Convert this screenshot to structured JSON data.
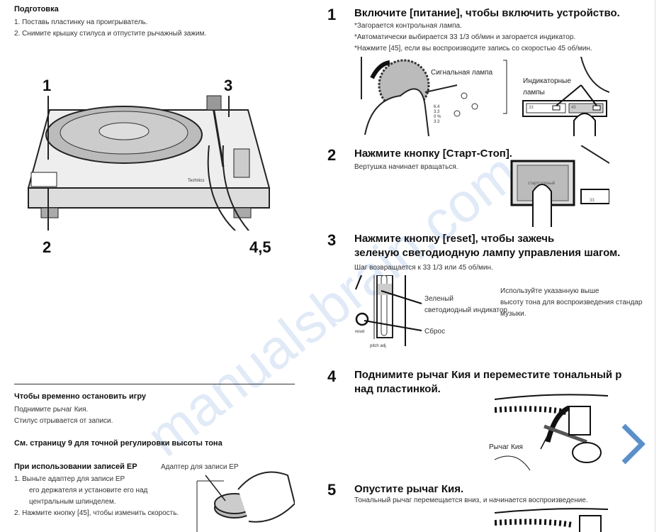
{
  "prep": {
    "title": "Подготовка",
    "items": [
      "1. Поставь пластинку на проигрыватель.",
      "2. Снимите крышку стилуса и отпустите рычажный зажим."
    ]
  },
  "callouts": {
    "c1": "1",
    "c2": "2",
    "c3": "3",
    "c45": "4,5",
    "brand": "Technics"
  },
  "pause": {
    "title": "Чтобы временно остановить игру",
    "lines": [
      "Поднимите рычаг Кия.",
      "Стилус отрывается от записи."
    ]
  },
  "pitch_note": "См. страницу 9 для точной регулировки высоты тона",
  "ep": {
    "title": "При использовании записей EP",
    "label": "Адаптер для записи EP",
    "items": [
      "1. Выньте адаптер для записи EP",
      "его держателя и установите его над",
      "центральным шпинделем.",
      "2. Нажмите кнопку [45], чтобы изменить скорость."
    ]
  },
  "steps": [
    {
      "num": "1",
      "title": "Включите [питание], чтобы включить устройство.",
      "notes": [
        "*Загорается контрольная лампа.",
        "*Автоматически выбирается 33 1/3 об/мин и загорается индикатор.",
        "*Нажмите [45], если вы воспроизводите запись со скоростью 45 об/мин."
      ],
      "labels": [
        "Сигнальная лампа",
        "Индикаторные",
        "лампы",
        "33",
        "45",
        "6.4",
        "3.3",
        "0   %",
        "3.3"
      ]
    },
    {
      "num": "2",
      "title": "Нажмите кнопку [Старт-Стоп].",
      "notes": [
        "Вертушка начинает вращаться."
      ],
      "labels": [
        "стартстопный",
        "33"
      ]
    },
    {
      "num": "3",
      "title": "Нажмите кнопку [reset], чтобы зажечь",
      "title2": "зеленую светодиодную лампу управления шагом.",
      "notes": [
        "Шаг возвращается к 33 1/3 или 45 об/мин."
      ],
      "labels": [
        "Зеленый",
        "светодиодный индикатор",
        "Сброс",
        "reset",
        "pitch adj."
      ],
      "side": [
        "Используйте указанную выше",
        "высоту тона для воспроизведения стандар",
        "музыки."
      ]
    },
    {
      "num": "4",
      "title": "Поднимите рычаг Кия и переместите тональный р",
      "title2": "над пластинкой.",
      "labels": [
        "Рычаг Кия"
      ]
    },
    {
      "num": "5",
      "title": "Опустите рычаг Кия.",
      "notes": [
        "Тональный рычаг перемещается вниз, и начинается воспроизведение."
      ]
    }
  ],
  "watermark": "manualsbrain.com",
  "nav": {
    "next_icon": "chevron-right-icon",
    "color": "#5b8fc9"
  }
}
